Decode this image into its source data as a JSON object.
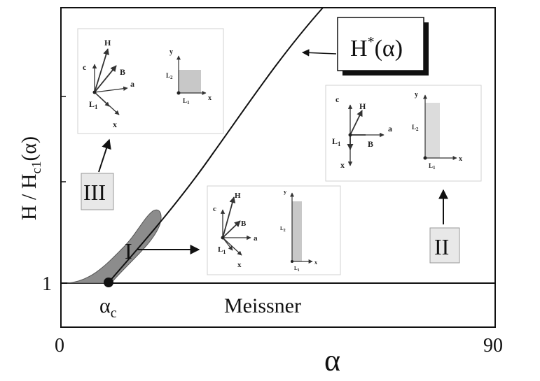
{
  "axes": {
    "x_label": "α",
    "y_label_main": "H / H",
    "y_label_sub": "c1",
    "y_label_tail": "(α)",
    "x_tick_min": "0",
    "x_tick_max": "90",
    "y_tick_one": "1",
    "x_range": [
      0,
      90
    ]
  },
  "labels": {
    "meissner": "Meissner",
    "alpha": "α",
    "alpha_sub": "c",
    "hstar_main": "H",
    "hstar_sup": "*",
    "hstar_tail": "(α)",
    "region_i": "I",
    "region_ii": "II",
    "region_iii": "III"
  },
  "insets": {
    "iii": {
      "c": "c",
      "h": "H",
      "b": "B",
      "a": "a",
      "l1": "L",
      "l1_sub": "1",
      "x": "x",
      "y": "y",
      "L2": "L",
      "L2_sub": "2",
      "L1b": "L",
      "L1b_sub": "1",
      "xb": "x"
    },
    "ii": {
      "c": "c",
      "h": "H",
      "b": "B",
      "a": "a",
      "l1": "L",
      "l1_sub": "1",
      "x": "x",
      "y": "y",
      "L2": "L",
      "L2_sub": "2",
      "L1b": "L",
      "L1b_sub": "1",
      "xb": "x"
    },
    "i": {
      "c": "c",
      "h": "H",
      "b": "B",
      "a": "a",
      "l1": "L",
      "l1_sub": "1",
      "x": "x",
      "y": "y",
      "L2": "L",
      "L2_sub": "2",
      "L1b": "L",
      "L1b_sub": "1",
      "xb": "x"
    }
  },
  "colors": {
    "region_fill": "#8c8c8c",
    "box_fill": "#e8e8e8",
    "inset_border": "#d0d0d0",
    "line": "#111111"
  }
}
